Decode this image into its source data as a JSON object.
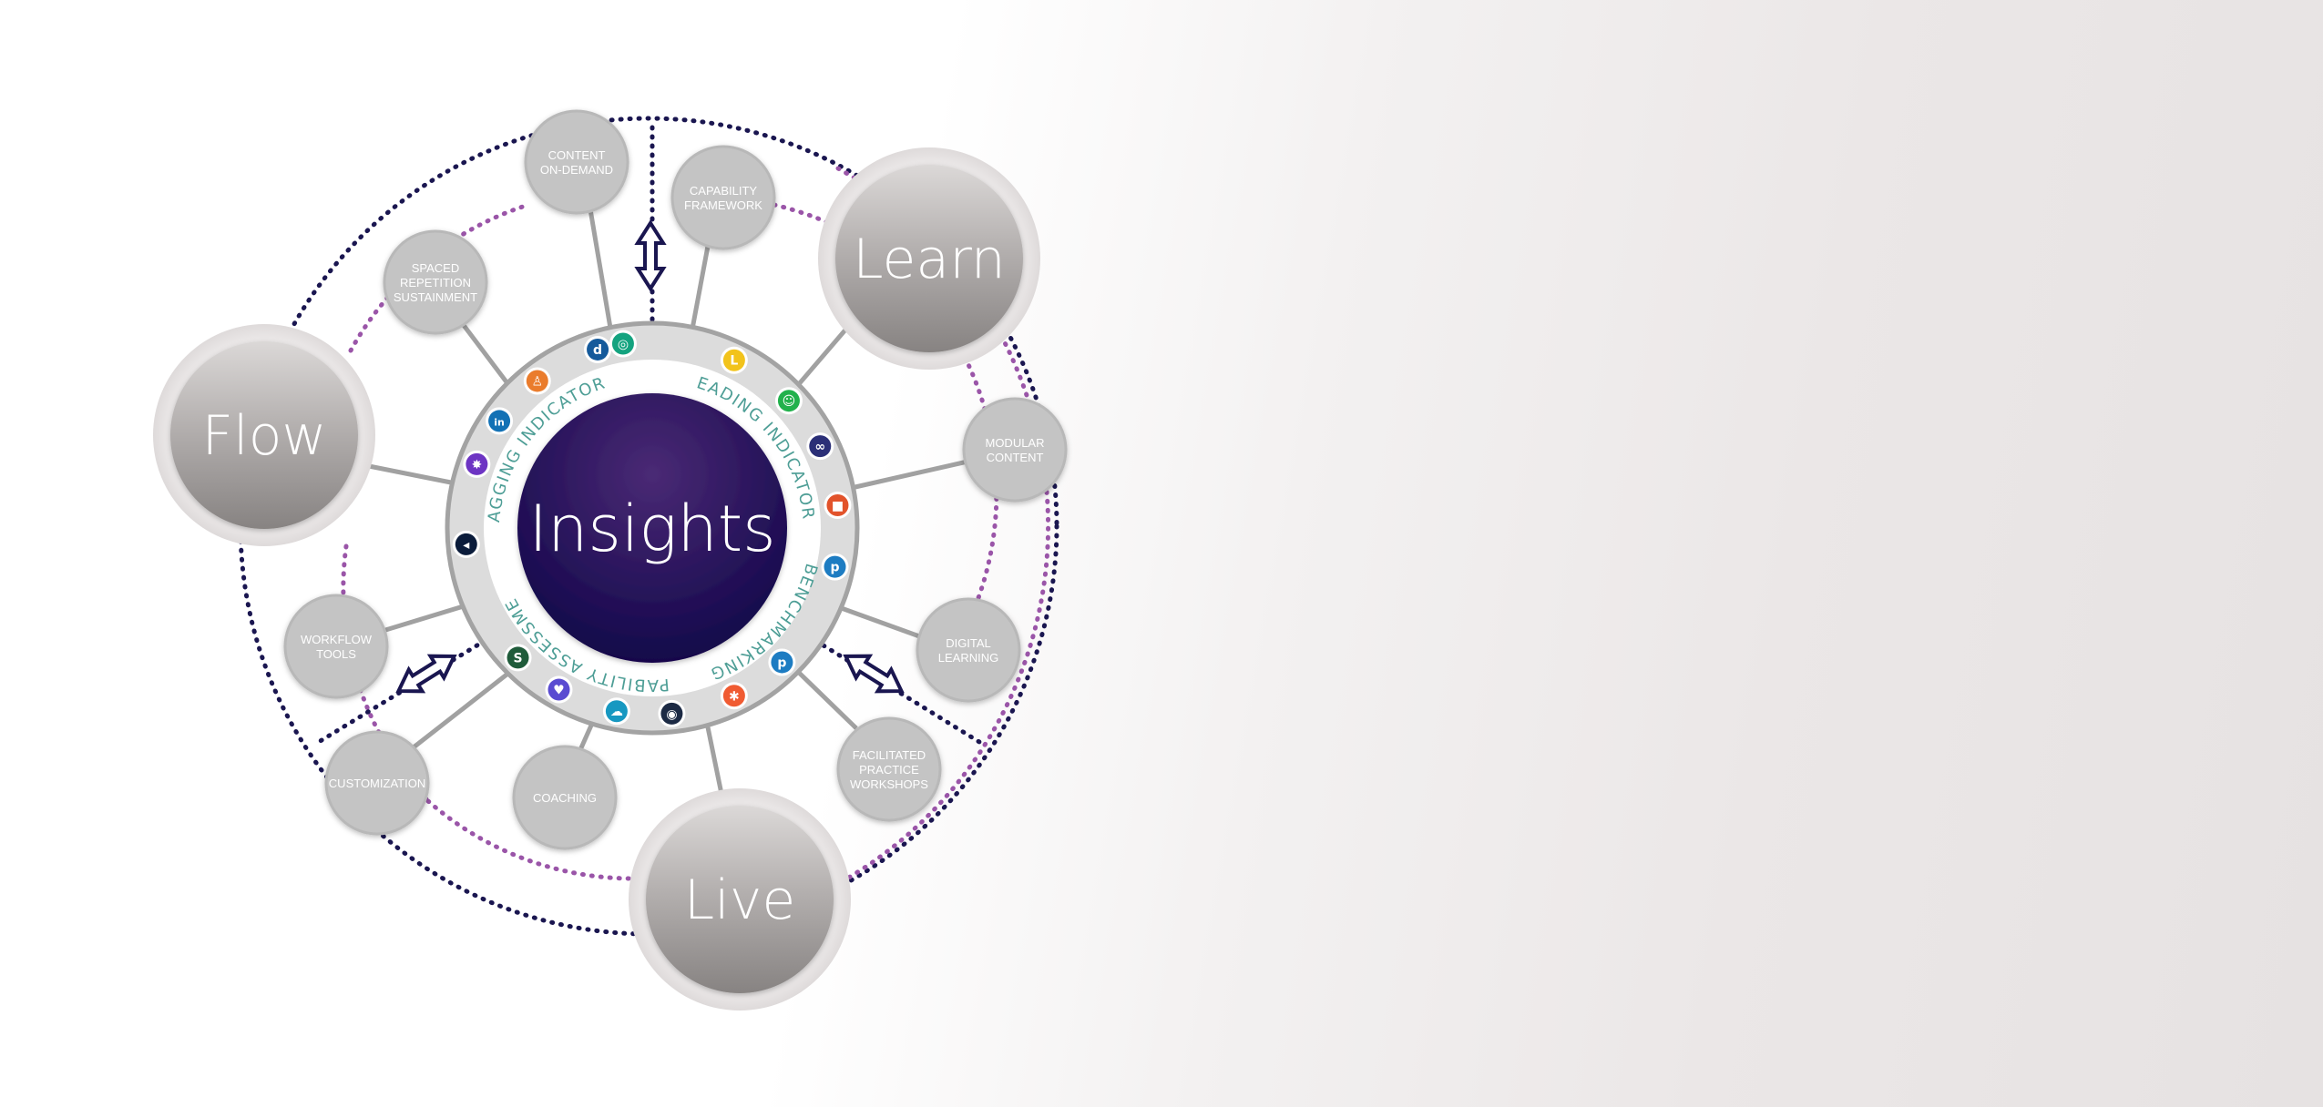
{
  "hub": {
    "label": "Insights"
  },
  "main_nodes": [
    {
      "id": "learn",
      "label": "Learn"
    },
    {
      "id": "flow",
      "label": "Flow"
    },
    {
      "id": "live",
      "label": "Live"
    }
  ],
  "satellites": [
    {
      "id": "content-on-demand",
      "lines": [
        "CONTENT",
        "ON-DEMAND"
      ]
    },
    {
      "id": "capability-framework",
      "lines": [
        "CAPABILITY",
        "FRAMEWORK"
      ]
    },
    {
      "id": "spaced-repetition",
      "lines": [
        "SPACED",
        "REPETITION",
        "SUSTAINMENT"
      ]
    },
    {
      "id": "modular-content",
      "lines": [
        "MODULAR",
        "CONTENT"
      ]
    },
    {
      "id": "digital-learning",
      "lines": [
        "DIGITAL",
        "LEARNING"
      ]
    },
    {
      "id": "facilitated-practice",
      "lines": [
        "FACILITATED",
        "PRACTICE",
        "WORKSHOPS"
      ]
    },
    {
      "id": "workflow-tools",
      "lines": [
        "WORKFLOW",
        "TOOLS"
      ]
    },
    {
      "id": "customization",
      "lines": [
        "CUSTOMIZATION"
      ]
    },
    {
      "id": "coaching",
      "lines": [
        "COACHING"
      ]
    }
  ],
  "ring_labels": {
    "lagging": "LAGGING INDICATORS",
    "leading": "LEADING INDICATORS",
    "benchmarking": "BENCHMARKING",
    "capability": "CAPABILITY ASSESSMENT"
  },
  "integration_icons": [
    {
      "name": "grammarly-style-icon",
      "color": "#14a37f",
      "glyph": "◎"
    },
    {
      "name": "yellow-l-logo-icon",
      "color": "#f2c31b",
      "glyph": "L"
    },
    {
      "name": "smiley-icon",
      "color": "#22b14c",
      "glyph": "☺"
    },
    {
      "name": "infinity-icon",
      "color": "#2b2f77",
      "glyph": "∞"
    },
    {
      "name": "office-icon",
      "color": "#e2532b",
      "glyph": "■"
    },
    {
      "name": "p-circle-icon-1",
      "color": "#1d7cc2",
      "glyph": "p"
    },
    {
      "name": "p-circle-icon-2",
      "color": "#1d7cc2",
      "glyph": "p"
    },
    {
      "name": "hubspot-icon",
      "color": "#f05b32",
      "glyph": "✱"
    },
    {
      "name": "bot-icon",
      "color": "#1c2a44",
      "glyph": "◉"
    },
    {
      "name": "salesforce-icon",
      "color": "#1798c1",
      "glyph": "☁"
    },
    {
      "name": "heart-badge-icon",
      "color": "#5a4bd1",
      "glyph": "♥"
    },
    {
      "name": "s-logo-icon",
      "color": "#1f5b3a",
      "glyph": "S"
    },
    {
      "name": "zoom-like-icon",
      "color": "#0b1c3b",
      "glyph": "◂"
    },
    {
      "name": "badge-outline-icon",
      "color": "#6d34c3",
      "glyph": "✸"
    },
    {
      "name": "linkedin-icon",
      "color": "#1271b5",
      "glyph": "in"
    },
    {
      "name": "person-icon",
      "color": "#ea7c2c",
      "glyph": "♙"
    },
    {
      "name": "d-logo-icon",
      "color": "#155a9b",
      "glyph": "d"
    }
  ],
  "colors": {
    "hub_top": "#4a2a75",
    "hub_bottom": "#12064a",
    "ring_grey": "#c9c9c9",
    "satellite_fill": "#c4c4c4",
    "main_node_top": "#d7d4d3",
    "main_node_bottom": "#8b8887",
    "teal_text": "#4e9e96",
    "navy_dots": "#1a1650",
    "purple_dots": "#9a55a8",
    "line_grey": "#9e9e9e"
  }
}
